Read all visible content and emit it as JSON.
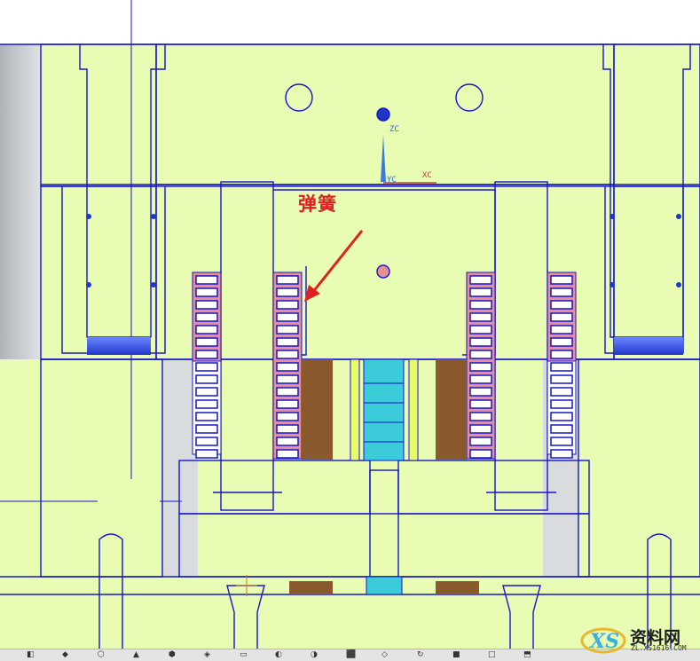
{
  "viewport": {
    "background": "#e8fcb4",
    "line_color": "#1616c8",
    "spring_color": "#e89090",
    "block_color": "#8a5a2e",
    "pin_color": "#3ccbd8"
  },
  "axes": {
    "zc_label": "ZC",
    "yc_label": "YC",
    "xc_label": "XC"
  },
  "annotation": {
    "label": "弹簧",
    "color": "#e02020"
  },
  "watermark": {
    "title": "资料网",
    "url": "ZL.XS1616.COM",
    "logo_name": "xs-logo"
  },
  "statusbar": {
    "icons": [
      "view-icon",
      "snap-icon",
      "select-icon",
      "filter-icon",
      "layer-icon",
      "measure-icon",
      "cut-icon",
      "hide-icon",
      "show-icon",
      "fit-icon",
      "zoom-icon",
      "rotate-icon",
      "render-icon",
      "wireframe-icon",
      "orient-icon"
    ]
  }
}
